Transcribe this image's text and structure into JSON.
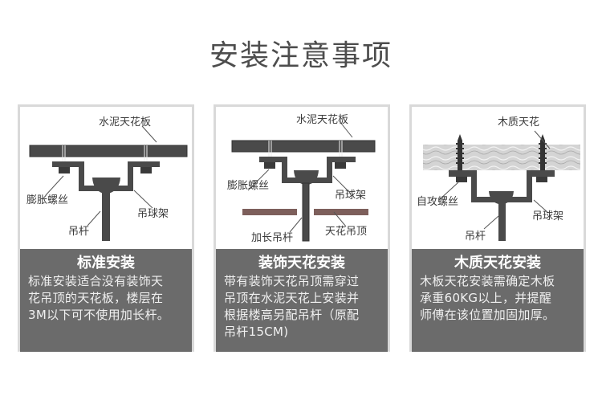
{
  "page": {
    "title": "安装注意事项"
  },
  "colors": {
    "title_text": "#4d4d4d",
    "panel_border": "#d9d9d9",
    "info_bg": "#6b6b6b",
    "steel": "#4a4a4a",
    "false_ceiling": "#7d5f5b",
    "wood": "#cfcfcf"
  },
  "panels": [
    {
      "labels": {
        "ceiling": "水泥天花板",
        "anchor": "膨胀螺丝",
        "bracket": "吊球架",
        "rod": "吊杆"
      },
      "title": "标准安装",
      "lines": [
        "标准安装适合没有装饰天",
        "花吊顶的天花板，楼层在",
        "3M以下可不使用加长杆。"
      ]
    },
    {
      "labels": {
        "ceiling": "水泥天花板",
        "anchor": "膨胀螺丝",
        "bracket": "吊球架",
        "rod": "加长吊杆",
        "false_ceiling": "天花吊顶"
      },
      "title": "装饰天花安装",
      "lines": [
        "带有装饰天花吊顶需穿过",
        "吊顶在水泥天花上安装并",
        "根据楼高另配吊杆（原配",
        "吊杆15CM)"
      ]
    },
    {
      "labels": {
        "ceiling": "木质天花",
        "anchor": "自攻螺丝",
        "bracket": "吊球架",
        "rod": "吊杆"
      },
      "title": "木质天花安装",
      "lines": [
        "木板天花安装需确定木板",
        "承重60KG以上，并提醒",
        "师傅在该位置加固加厚。"
      ]
    }
  ]
}
